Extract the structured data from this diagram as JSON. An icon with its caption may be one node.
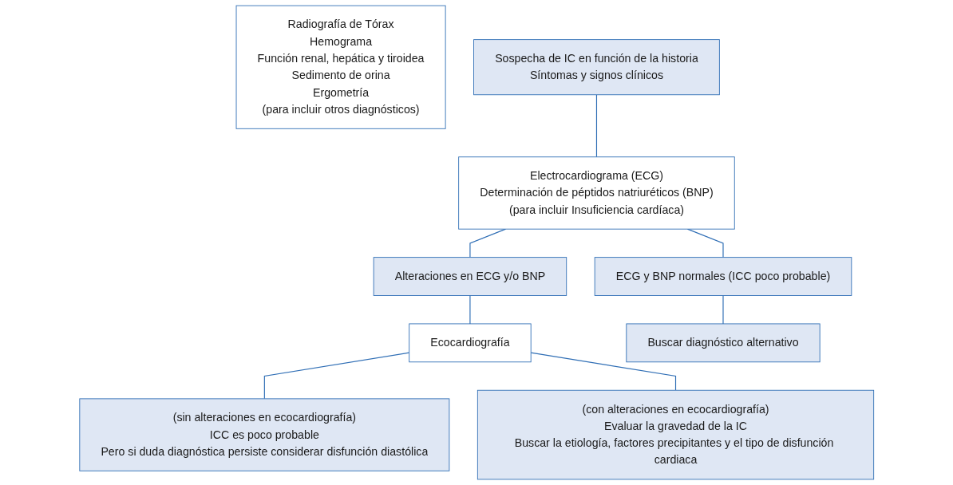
{
  "diagram": {
    "nodes": [
      {
        "text": [
          "Radiografía de Tórax",
          "Hemograma",
          "Función renal, hepática y tiroidea",
          "Sedimento de orina",
          "Ergometría",
          "(para incluir otros diagnósticos)"
        ]
      },
      {
        "text": [
          "Sospecha de IC en función de la historia",
          "Síntomas y signos clínicos"
        ]
      },
      {
        "text": [
          "Electrocardiograma (ECG)",
          "Determinación de péptidos natriuréticos (BNP)",
          "(para incluir Insuficiencia cardíaca)"
        ]
      },
      {
        "text": [
          "Alteraciones en ECG y/o BNP"
        ]
      },
      {
        "text": [
          "ECG y BNP normales (ICC poco probable)"
        ]
      },
      {
        "text": [
          "Ecocardiografía"
        ]
      },
      {
        "text": [
          "Buscar diagnóstico alternativo"
        ]
      },
      {
        "text": [
          "(sin alteraciones en ecocardiografía)",
          "ICC es poco probable",
          "Pero si duda diagnóstica persiste considerar disfunción diastólica"
        ]
      },
      {
        "text": [
          "(con alteraciones en ecocardiografía)",
          "Evaluar la gravedad de la IC",
          "Buscar la etiología, factores precipitantes y el tipo de disfunción cardiaca"
        ]
      }
    ],
    "edges": [
      {
        "from": 1,
        "to": 2,
        "arrow": "none"
      },
      {
        "from": 2,
        "to": 3,
        "arrow": "none"
      },
      {
        "from": 2,
        "to": 4,
        "arrow": "none"
      },
      {
        "from": 3,
        "to": 5,
        "arrow": "none"
      },
      {
        "from": 4,
        "to": 6,
        "arrow": "none"
      },
      {
        "from": 5,
        "to": 7,
        "arrow": "none"
      },
      {
        "from": 5,
        "to": 8,
        "arrow": "none"
      }
    ]
  }
}
